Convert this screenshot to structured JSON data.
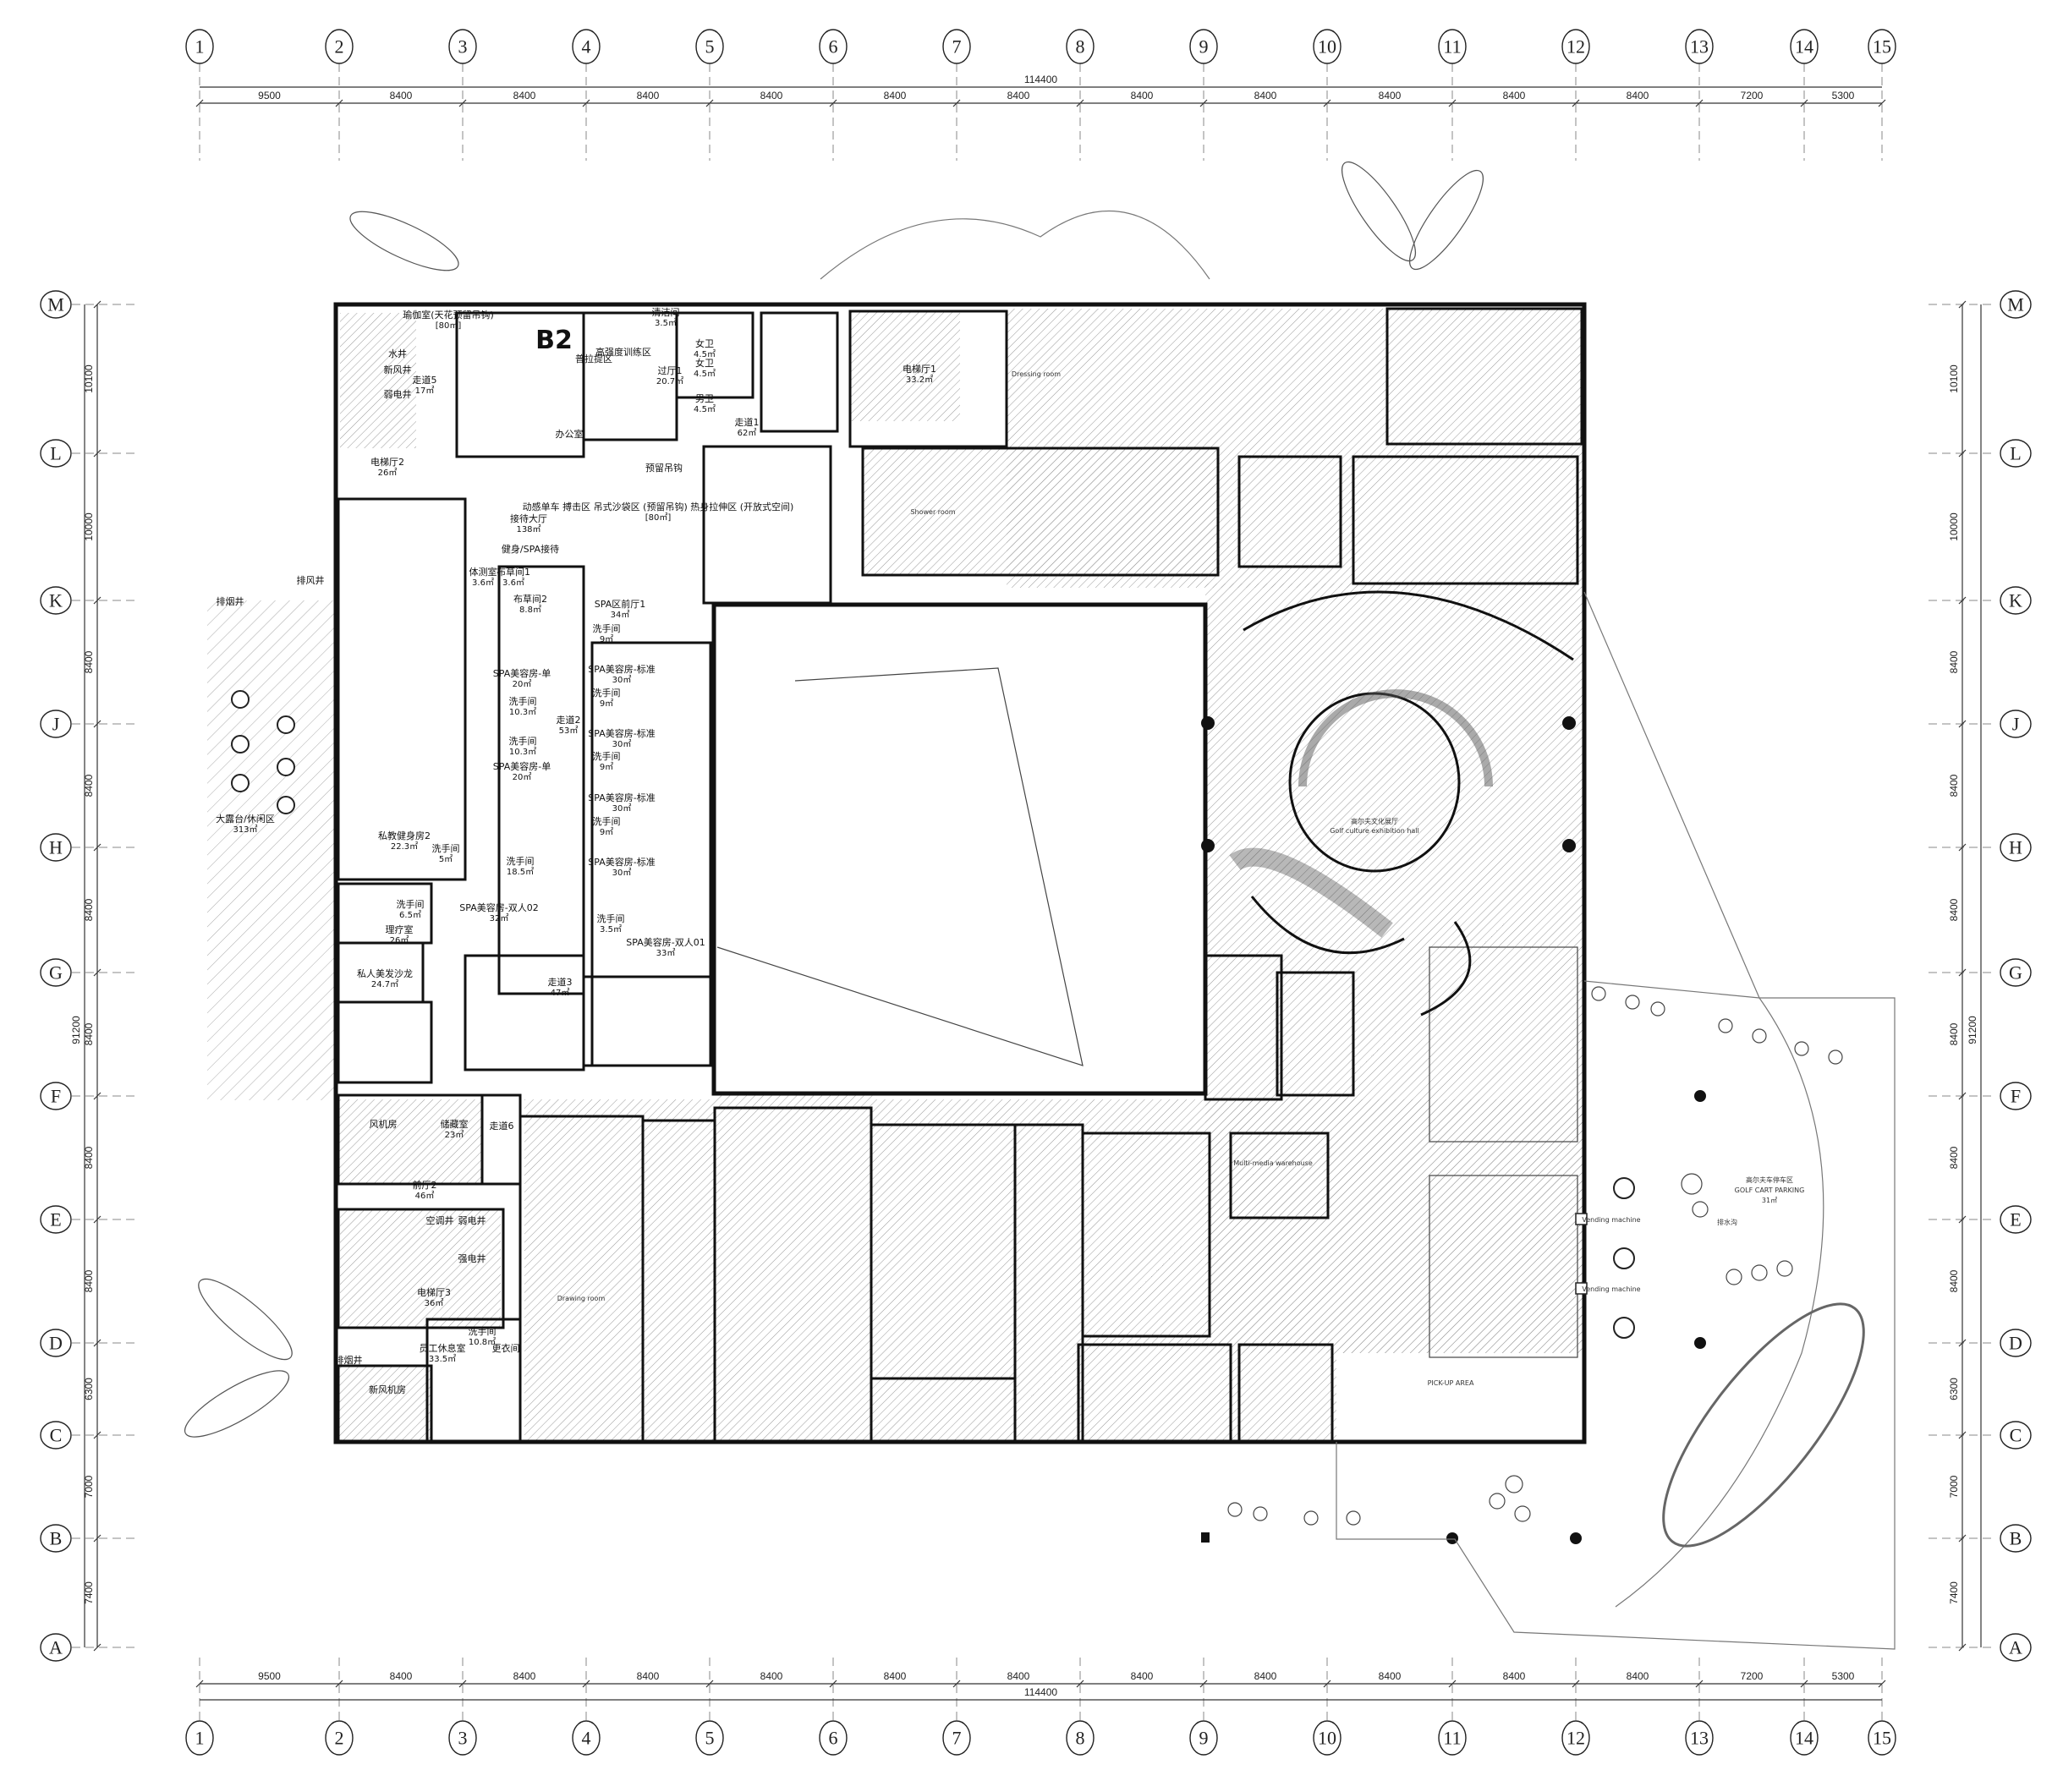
{
  "grid": {
    "columns": [
      "1",
      "2",
      "3",
      "4",
      "5",
      "6",
      "7",
      "8",
      "9",
      "10",
      "11",
      "12",
      "13",
      "14",
      "15"
    ],
    "rows": [
      "M",
      "L",
      "K",
      "J",
      "H",
      "G",
      "F",
      "E",
      "D",
      "C",
      "B",
      "A"
    ],
    "column_spacings": [
      "9500",
      "8400",
      "8400",
      "8400",
      "8400",
      "8400",
      "8400",
      "8400",
      "8400",
      "8400",
      "8400",
      "8400",
      "7200",
      "5300"
    ],
    "row_spacings": [
      "10100",
      "10000",
      "8400",
      "8400",
      "8400",
      "8400",
      "8400",
      "8400",
      "6300",
      "7000",
      "7400"
    ],
    "total_width": "114400",
    "total_height": "91200"
  },
  "plan_tag": "B2",
  "rooms": [
    {
      "name": "瑜伽室(天花预留吊钩)",
      "area": "[80㎡]"
    },
    {
      "name": "水井",
      "area": ""
    },
    {
      "name": "新风井",
      "area": ""
    },
    {
      "name": "弱电井",
      "area": ""
    },
    {
      "name": "走道5",
      "area": "17㎡"
    },
    {
      "name": "电梯厅2",
      "area": "26㎡"
    },
    {
      "name": "接待大厅",
      "area": "138㎡"
    },
    {
      "name": "健身/SPA接待",
      "area": ""
    },
    {
      "name": "体测室",
      "area": "3.6㎡"
    },
    {
      "name": "布草间1",
      "area": "3.6㎡"
    },
    {
      "name": "清洁间",
      "area": "3.5㎡"
    },
    {
      "name": "女卫",
      "area": "4.5㎡"
    },
    {
      "name": "女卫",
      "area": "4.5㎡"
    },
    {
      "name": "男卫",
      "area": "4.5㎡"
    },
    {
      "name": "过厅1",
      "area": "20.7㎡"
    },
    {
      "name": "走道1",
      "area": "62㎡"
    },
    {
      "name": "办公室",
      "area": ""
    },
    {
      "name": "普拉提区",
      "area": ""
    },
    {
      "name": "高强度训练区",
      "area": ""
    },
    {
      "name": "预留吊钩",
      "area": ""
    },
    {
      "name": "动感单车 搏击区 吊式沙袋区 (预留吊钩) 热身拉伸区 (开放式空间)",
      "area": "[80㎡]"
    },
    {
      "name": "布草间2",
      "area": "8.8㎡"
    },
    {
      "name": "SPA区前厅1",
      "area": "34㎡"
    },
    {
      "name": "SPA美容房-单",
      "area": "20㎡"
    },
    {
      "name": "洗手间",
      "area": "10.3㎡"
    },
    {
      "name": "洗手间",
      "area": "10.3㎡"
    },
    {
      "name": "SPA美容房-单",
      "area": "20㎡"
    },
    {
      "name": "走道2",
      "area": "53㎡"
    },
    {
      "name": "洗手间",
      "area": "9㎡"
    },
    {
      "name": "洗手间",
      "area": "9㎡"
    },
    {
      "name": "洗手间",
      "area": "9㎡"
    },
    {
      "name": "洗手间",
      "area": "9㎡"
    },
    {
      "name": "SPA美容房-标准",
      "area": "30㎡"
    },
    {
      "name": "SPA美容房-标准",
      "area": "30㎡"
    },
    {
      "name": "SPA美容房-标准",
      "area": "30㎡"
    },
    {
      "name": "SPA美容房-标准",
      "area": "30㎡"
    },
    {
      "name": "私教健身房2",
      "area": "22.3㎡"
    },
    {
      "name": "洗手间",
      "area": "5㎡"
    },
    {
      "name": "洗手间",
      "area": "6.5㎡"
    },
    {
      "name": "理疗室",
      "area": "26㎡"
    },
    {
      "name": "私人美发沙龙",
      "area": "24.7㎡"
    },
    {
      "name": "洗手间",
      "area": "18.5㎡"
    },
    {
      "name": "SPA美容房-双人02",
      "area": "32㎡"
    },
    {
      "name": "洗手间",
      "area": "3.5㎡"
    },
    {
      "name": "SPA美容房-双人01",
      "area": "33㎡"
    },
    {
      "name": "走道3",
      "area": "47㎡"
    },
    {
      "name": "风机房",
      "area": ""
    },
    {
      "name": "储藏室",
      "area": "23㎡"
    },
    {
      "name": "走道6",
      "area": ""
    },
    {
      "name": "前厅2",
      "area": "46㎡"
    },
    {
      "name": "空调井",
      "area": ""
    },
    {
      "name": "弱电井",
      "area": ""
    },
    {
      "name": "强电井",
      "area": ""
    },
    {
      "name": "电梯厅3",
      "area": "36㎡"
    },
    {
      "name": "员工休息室",
      "area": "33.5㎡"
    },
    {
      "name": "洗手间",
      "area": "10.8㎡"
    },
    {
      "name": "更衣间",
      "area": ""
    },
    {
      "name": "新风机房",
      "area": ""
    },
    {
      "name": "排烟井",
      "area": ""
    },
    {
      "name": "排风井",
      "area": ""
    },
    {
      "name": "排烟井",
      "area": ""
    },
    {
      "name": "大露台/休闲区",
      "area": "313㎡"
    },
    {
      "name": "电梯厅1",
      "area": "33.2㎡"
    }
  ],
  "english_labels": [
    "Dressing room",
    "Shower room",
    "Golf culture exhibition hall",
    "Drawing room",
    "Vending machine",
    "Vending machine",
    "PICK-UP AREA",
    "Multi-media warehouse"
  ],
  "site_labels": {
    "golf_cart_cn": "高尔夫车停车区",
    "golf_cart_en": "GOLF CART PARKING",
    "golf_cart_area": "31㎡",
    "drain": "排水沟",
    "exhibition_cn": "高尔夫文化展厅"
  }
}
